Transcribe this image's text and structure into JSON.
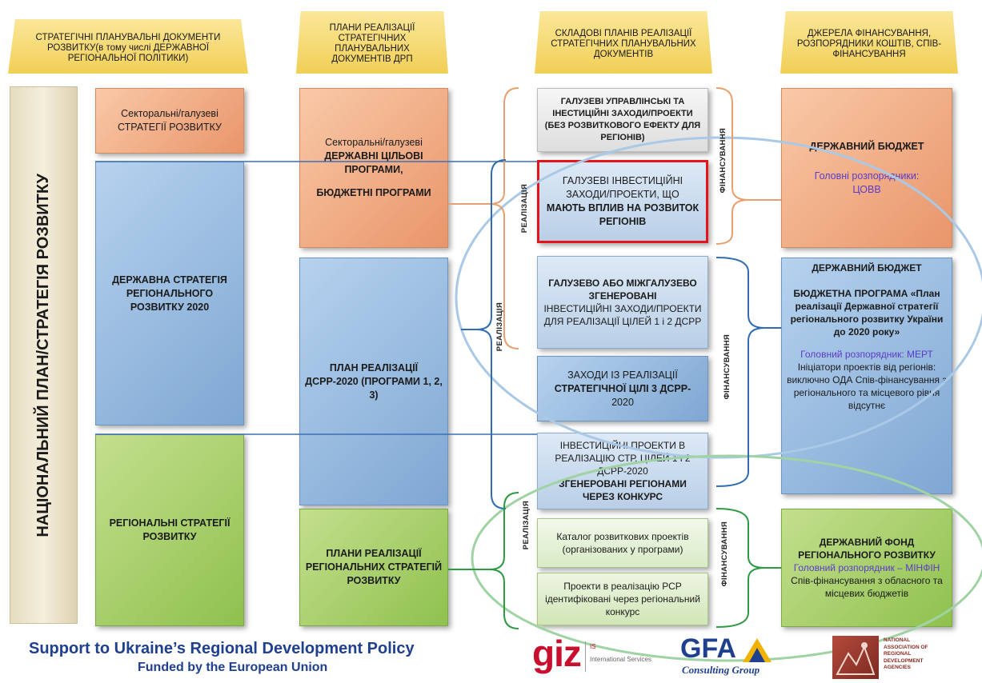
{
  "headers": {
    "col1": "СТРАТЕГІЧНІ ПЛАНУВАЛЬНІ ДОКУМЕНТИ РОЗВИТКУ(в тому числі ДЕРЖАВНОЇ РЕГІОНАЛЬНОЇ ПОЛІТИКИ)",
    "col2": "ПЛАНИ РЕАЛІЗАЦІЇ СТРАТЕГІЧНИХ ПЛАНУВАЛЬНИХ ДОКУМЕНТІВ ДРП",
    "col3": "СКЛАДОВІ ПЛАНІВ РЕАЛІЗАЦІЇ СТРАТЕГІЧНИХ ПЛАНУВАЛЬНИХ ДОКУМЕНТІВ",
    "col4": "ДЖЕРЕЛА ФІНАНСУВАННЯ, РОЗПОРЯДНИКИ КОШТІВ, СПІВ-ФІНАНСУВАННЯ"
  },
  "pillar": "НАЦІОНАЛЬНИЙ ПЛАН/СТРАТЕГІЯ РОЗВИТКУ",
  "col1": {
    "sector": "Секторальні/галузеві СТРАТЕГІЇ РОЗВИТКУ",
    "state": "ДЕРЖАВНА СТРАТЕГІЯ РЕГІОНАЛЬНОГО РОЗВИТКУ 2020",
    "regional": "РЕГІОНАЛЬНІ СТРАТЕГІЇ РОЗВИТКУ"
  },
  "col2": {
    "sector_l1": "Секторальні/галузеві",
    "sector_l2": "ДЕРЖАВНІ ЦІЛЬОВІ ПРОГРАМИ,",
    "sector_l3": "БЮДЖЕТНІ ПРОГРАМИ",
    "plan": "ПЛАН РЕАЛІЗАЦІЇ ДСРР-2020 (ПРОГРАМИ 1, 2, 3)",
    "regional": "ПЛАНИ РЕАЛІЗАЦІЇ РЕГІОНАЛЬНИХ СТРАТЕГІЙ РОЗВИТКУ"
  },
  "col3": {
    "b1": "ГАЛУЗЕВІ УПРАВЛІНСЬКІ ТА ІНЕСТИЦІЙНІ ЗАХОДИ/ПРОЕКТИ (БЕЗ РОЗВИТКОВОГО ЕФЕКТУ ДЛЯ РЕГІОНІВ)",
    "b2_a": "ГАЛУЗЕВІ ІНВЕСТИЦІЙНІ ЗАХОДИ/ПРОЕКТИ, ЩО",
    "b2_b": "МАЮТЬ ВПЛИВ НА РОЗВИТОК РЕГІОНІВ",
    "b3_a": "ГАЛУЗЕВО АБО МІЖГАЛУЗЕВО ЗГЕНЕРОВАНІ",
    "b3_b": "ІНВЕСТИЦІЙНІ ЗАХОДИ/ПРОЕКТИ ДЛЯ РЕАЛІЗАЦІЇ ЦІЛЕЙ 1 і 2 ДСРР",
    "b4_a": "ЗАХОДИ ІЗ РЕАЛІЗАЦІЇ",
    "b4_b": "СТРАТЕГІЧНОЇ ЦІЛІ 3 ДСРР-",
    "b4_c": "2020",
    "b5_a": "ІНВЕСТИЦІЙНІ ПРОЕКТИ В РЕАЛІЗАЦІЮ СТР. ЦІЛЕЙ 1 і 2 ДСРР-2020",
    "b5_b": "ЗГЕНЕРОВАНІ РЕГІОНАМИ ЧЕРЕЗ КОНКУРС",
    "b6": "Каталог розвиткових проектів (організованих у програми)",
    "b7": "Проекти в реалізацію РСР ідентифіковані через регіональний конкурс"
  },
  "col4": {
    "budget1_title": "ДЕРЖАВНИЙ БЮДЖЕТ",
    "budget1_sub": "Головні розпорядники: ЦОВВ",
    "budget2_title": "ДЕРЖАВНИЙ БЮДЖЕТ",
    "budget2_prog": "БЮДЖЕТНА ПРОГРАМА «План реалізації Державної стратегії регіонального розвитку України до 2020 року»",
    "budget2_mgr": "Головний розпорядник: МЕРТ",
    "budget2_note": "Ініціатори проектів від регіонів: виключно ОДА Спів-фінансування з регіонального та місцевого рівня відсутнє",
    "fund_title": "ДЕРЖАВНИЙ ФОНД РЕГІОНАЛЬНОГО РОЗВИТКУ",
    "fund_mgr": "Головний розпорядник – МІНФІН",
    "fund_note": "Спів-фінансування з обласного та місцевих бюджетів"
  },
  "labels": {
    "realization": "РЕАЛІЗАЦІЯ",
    "financing": "ФІНАНСУВАННЯ"
  },
  "footer": {
    "title": "Support to Ukraine’s Regional Development Policy",
    "subtitle": "Funded by the European Union",
    "giz": "giz",
    "giz_sub1": "IS",
    "giz_sub2": "International Services",
    "gfa": "GFA",
    "gfa_sub": "Consulting Group",
    "nara1": "NATIONAL",
    "nara2": "ASSOCIATION OF",
    "nara3": "REGIONAL",
    "nara4": "DEVELOPMENT",
    "nara5": "AGENCIES"
  },
  "colors": {
    "orange": "#e9956a",
    "blue": "#7fa7d3",
    "green": "#8fc14e",
    "header": "#f1cf55",
    "red_border": "#e3151a",
    "purple_text": "#5a3cc7",
    "footer_blue": "#1f3f8f",
    "giz_red": "#c8102e"
  }
}
